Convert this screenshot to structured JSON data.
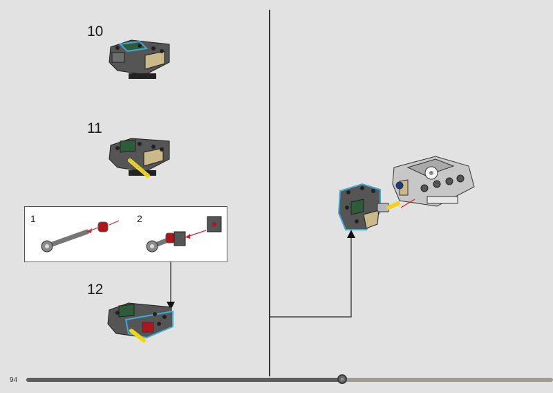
{
  "page": {
    "number": "94"
  },
  "steps": [
    {
      "number": "10"
    },
    {
      "number": "11"
    },
    {
      "number": "12"
    }
  ],
  "sub_assembly": {
    "steps": [
      {
        "number": "1"
      },
      {
        "number": "2"
      }
    ]
  },
  "progress": {
    "fraction": 0.6
  },
  "colors": {
    "background": "#e2e2e2",
    "outline_highlight": "#3fa9d8",
    "arrow_red": "#d0202a",
    "axle_yellow": "#f2d21a"
  }
}
